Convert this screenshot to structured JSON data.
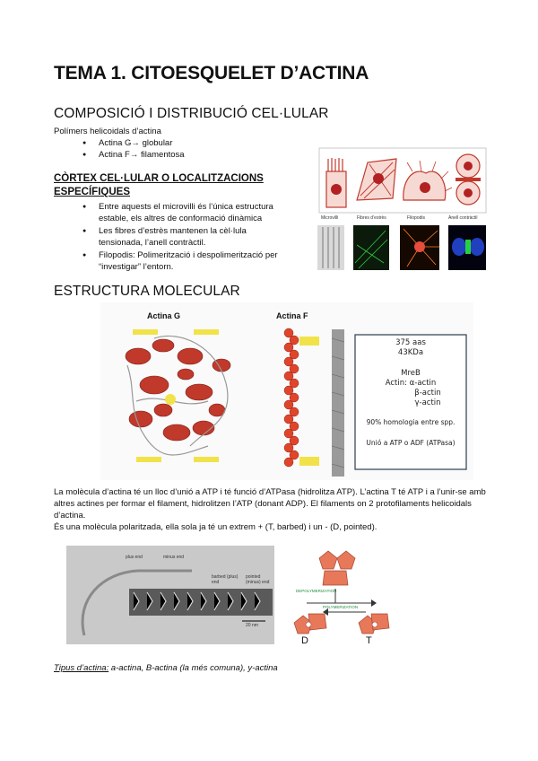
{
  "title": "TEMA 1. CITOESQUELET D’ACTINA",
  "section1": {
    "heading": "COMPOSICIÓ I DISTRIBUCIÓ CEL·LULAR",
    "intro": "Polímers helicoidals d’actina",
    "items": [
      "Actina G→ globular",
      "Actina F→ filamentosa"
    ]
  },
  "subsection": {
    "heading": "CÒRTEX CEL·LULAR O LOCALITZACIONS ESPECÍFIQUES",
    "items": [
      "Entre aquests el microvilli és l’única estructura estable, els altres de conformació dinàmica",
      "Les fibres d’estrès mantenen la cèl·lula tensionada, l’anell contràctil.",
      "Filopodis: Polimerització i despolimerització per “investigar” l’entorn."
    ]
  },
  "figure_cells": {
    "labels": [
      "Microvilli",
      "Fibres d’estrès",
      "Filopodis",
      "Anell contràctil"
    ]
  },
  "section2": {
    "heading": "ESTRUCTURA MOLECULAR"
  },
  "figure_actin": {
    "g_title": "Actina G",
    "f_title": "Actina F",
    "box_lines": [
      "375 aas",
      "43KDa",
      "MreB",
      "Actin:  α-actin",
      "β-actin",
      "γ-actin",
      "90% homologia entre spp.",
      "Unió a ATP o ADF (ATPasa)"
    ]
  },
  "paragraph": [
    "La molècula d’actina té un lloc d’unió a ATP i té funció d’ATPasa (hidrolitza ATP). L’actina T té ATP i a l’unir-se amb altres actines per formar el filament, hidrolitzen l’ATP (donant ADP). El filaments on 2 protofilaments helicoidals d’actina.",
    "És una molècula polaritzada, ella sola ja té un extrem + (T, barbed) i un - (D, pointed)."
  ],
  "figure_polarity": {
    "labels_left": [
      "plus end",
      "minus end"
    ],
    "labels_micro": [
      "barbed (plus) end",
      "pointed (minus) end",
      "20 nm"
    ],
    "labels_right": [
      "DEPOLYMERIZATION",
      "POLYMERIZATION"
    ],
    "states": [
      "D",
      "T"
    ]
  },
  "types": {
    "label": "Tipus d’actina:",
    "text": " a-actina, B-actina (la més comuna), y-actina"
  }
}
